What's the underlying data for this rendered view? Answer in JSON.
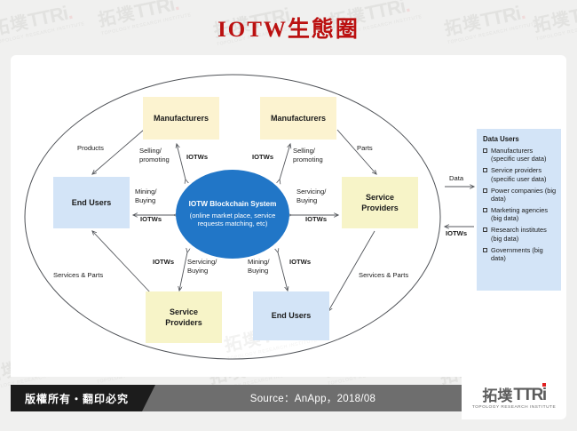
{
  "header": {
    "title": "IOTW生態圈"
  },
  "diagram": {
    "core": {
      "title": "IOTW Blockchain System",
      "subtitle": "(online market place, service requests matching, etc)"
    },
    "nodes": [
      {
        "id": "manufacturers-top-left",
        "label": "Manufacturers",
        "color": "#fcf3d0"
      },
      {
        "id": "manufacturers-top-right",
        "label": "Manufacturers",
        "color": "#fcf3d0"
      },
      {
        "id": "end-users-left",
        "label": "End Users",
        "color": "#d3e4f7"
      },
      {
        "id": "service-providers-right",
        "label": "Service\nProviders",
        "color": "#f7f4c8"
      },
      {
        "id": "service-providers-bottom",
        "label": "Service\nProviders",
        "color": "#f7f4c8"
      },
      {
        "id": "end-users-bottom",
        "label": "End Users",
        "color": "#d3e4f7"
      }
    ],
    "flow_labels": {
      "products": "Products",
      "parts": "Parts",
      "selling_promoting_left": "Selling/\npromoting",
      "selling_promoting_right": "Selling/\npromoting",
      "iotws_top_left": "IOTWs",
      "iotws_top_right": "IOTWs",
      "mining_buying_left": "Mining/\nBuying",
      "iotws_mid_left": "IOTWs",
      "servicing_buying_right": "Servicing/\nBuying",
      "iotws_mid_right": "IOTWs",
      "iotws_bottom_left": "IOTWs",
      "servicing_buying_bottom": "Servicing/\nBuying",
      "mining_buying_bottom": "Mining/\nBuying",
      "iotws_bottom_right": "IOTWs",
      "services_parts_left": "Services & Parts",
      "services_parts_right": "Services & Parts",
      "data": "Data",
      "iotws_data": "IOTWs"
    }
  },
  "data_users": {
    "title": "Data Users",
    "items": [
      "Manufacturers (specific user data)",
      "Service providers (specific user data)",
      "Power companies (big data)",
      "Marketing agencies (big data)",
      "Research institutes (big data)",
      "Governments (big data)"
    ]
  },
  "footer": {
    "copyright": "版權所有‧翻印必究",
    "source": "Source：AnApp，2018/08",
    "logo_cn": "拓墣",
    "logo_en": "TTRi",
    "logo_sub": "TOPOLOGY RESEARCH INSTITUTE"
  },
  "colors": {
    "title_red": "#bb1111",
    "core_blue": "#2176c7",
    "cream": "#fcf3d0",
    "yellow": "#f7f4c8",
    "light_blue": "#d3e4f7",
    "footer_black": "#1c1c1c",
    "footer_gray": "#6e6e6e",
    "logo_red": "#e02020"
  }
}
